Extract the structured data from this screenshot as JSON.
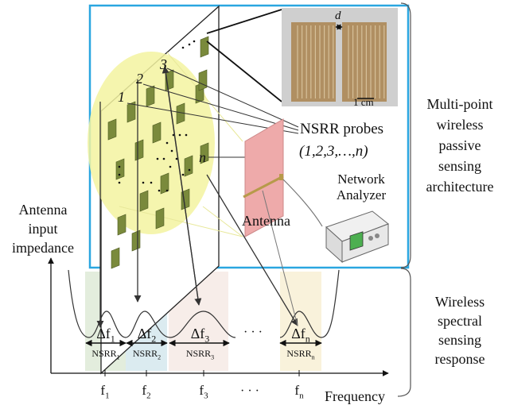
{
  "labels": {
    "d": "d",
    "scale": "1 cm",
    "probes_title": "NSRR probes",
    "probes_range": "(1,2,3,…,n)",
    "network_analyzer_line1": "Network",
    "network_analyzer_line2": "Analyzer",
    "antenna": "Antenna",
    "arch_line1": "Multi-point",
    "arch_line2": "wireless",
    "arch_line3": "passive",
    "arch_line4": "sensing",
    "arch_line5": "architecture",
    "imp_line1": "Antenna",
    "imp_line2": "input",
    "imp_line3": "impedance",
    "resp_line1": "Wireless",
    "resp_line2": "spectral",
    "resp_line3": "sensing",
    "resp_line4": "response",
    "frequency": "Frequency",
    "dots": "· · ·"
  },
  "probe_numbers": [
    "1",
    "2",
    "3",
    "n"
  ],
  "bands": [
    {
      "delta": "Δf",
      "sub": "1",
      "nsrr": "NSRR",
      "nsrr_sub": "1",
      "freq": "f",
      "freq_sub": "1"
    },
    {
      "delta": "Δf",
      "sub": "2",
      "nsrr": "NSRR",
      "nsrr_sub": "2",
      "freq": "f",
      "freq_sub": "2"
    },
    {
      "delta": "Δf",
      "sub": "3",
      "nsrr": "NSRR",
      "nsrr_sub": "3",
      "freq": "f",
      "freq_sub": "3"
    },
    {
      "delta": "Δf",
      "sub": "n",
      "nsrr": "NSRR",
      "nsrr_sub": "n",
      "freq": "f",
      "freq_sub": "n"
    }
  ],
  "colors": {
    "frame": "#2aa6e0",
    "plate_yellow": "#f3f3a0",
    "resonator": "#7a8a3c",
    "antenna_fill": "#eeaaaa",
    "band1": "#d7e6cf",
    "band2": "#d2e6ec",
    "band3": "#f3e6e0",
    "bandn": "#f7efd2"
  }
}
